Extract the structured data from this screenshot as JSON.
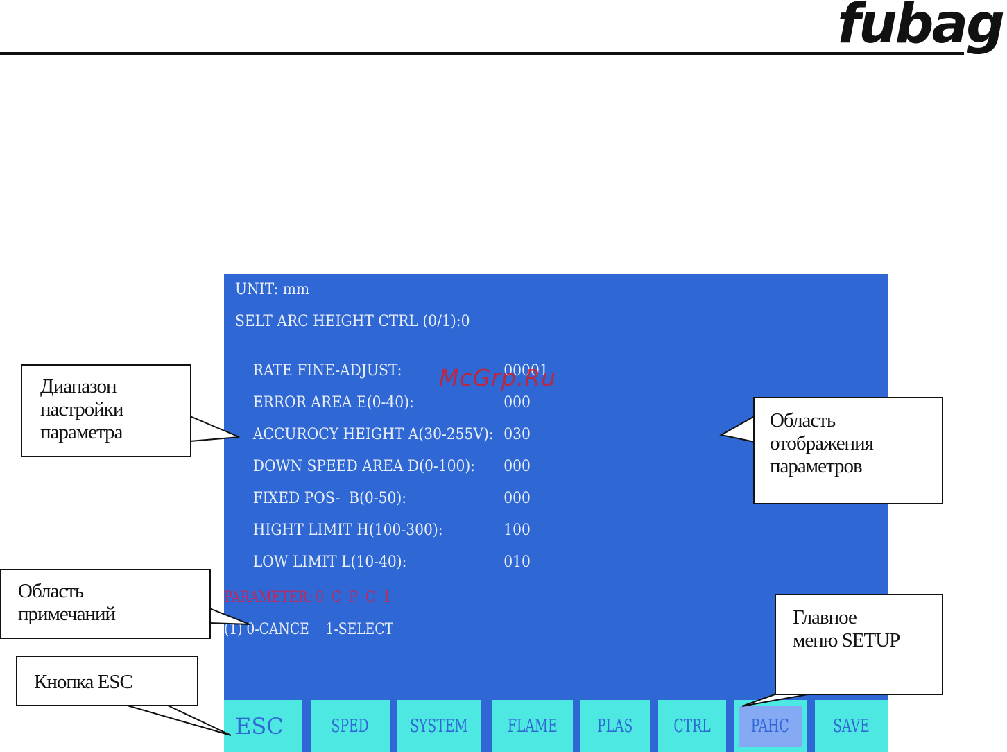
{
  "brand": {
    "logo_text": "fubag"
  },
  "screen": {
    "unit_line": "UNIT: mm",
    "arc_line": "SELT ARC HEIGHT CTRL (0/1):0",
    "params": [
      {
        "label": "RATE FINE-ADJUST:",
        "value": "00001"
      },
      {
        "label": "ERROR AREA E(0-40):",
        "value": "000"
      },
      {
        "label": "ACCUROCY HEIGHT A(30-255V):",
        "value": "030"
      },
      {
        "label": "DOWN SPEED AREA D(0-100):",
        "value": "000"
      },
      {
        "label": "FIXED POS-  B(0-50):",
        "value": "000"
      },
      {
        "label": "HIGHT LIMIT H(100-300):",
        "value": "100"
      },
      {
        "label": "LOW LIMIT L(10-40):",
        "value": "010"
      }
    ],
    "notes_hint": "PARAMETER: 0  C  P  C  1",
    "notes_select": "(1) 0-CANCE    1-SELECT"
  },
  "function_keys": [
    {
      "label": "ESC",
      "active": false
    },
    {
      "label": "SPED",
      "active": false
    },
    {
      "label": "SYSTEM",
      "active": false
    },
    {
      "label": "FLAME",
      "active": false
    },
    {
      "label": "PLAS",
      "active": false
    },
    {
      "label": "CTRL",
      "active": false
    },
    {
      "label": "PAHC",
      "active": true
    },
    {
      "label": "SAVE",
      "active": false
    }
  ],
  "callouts": {
    "range": [
      "Диапазон",
      "настройки",
      "параметра"
    ],
    "display_area": [
      "Область",
      "отображения",
      "параметров"
    ],
    "notes_area": [
      "Область",
      "примечаний"
    ],
    "esc_button": [
      "Кнопка ESC"
    ],
    "setup_menu": [
      "Главное",
      "меню SETUP"
    ]
  },
  "watermark": "McGrp.Ru",
  "colors": {
    "screen_bg": "#2f68d4",
    "fkey_bg": "#4ee8e2",
    "fkey_active": "#86a9f4",
    "hint_text": "#c0285a"
  }
}
